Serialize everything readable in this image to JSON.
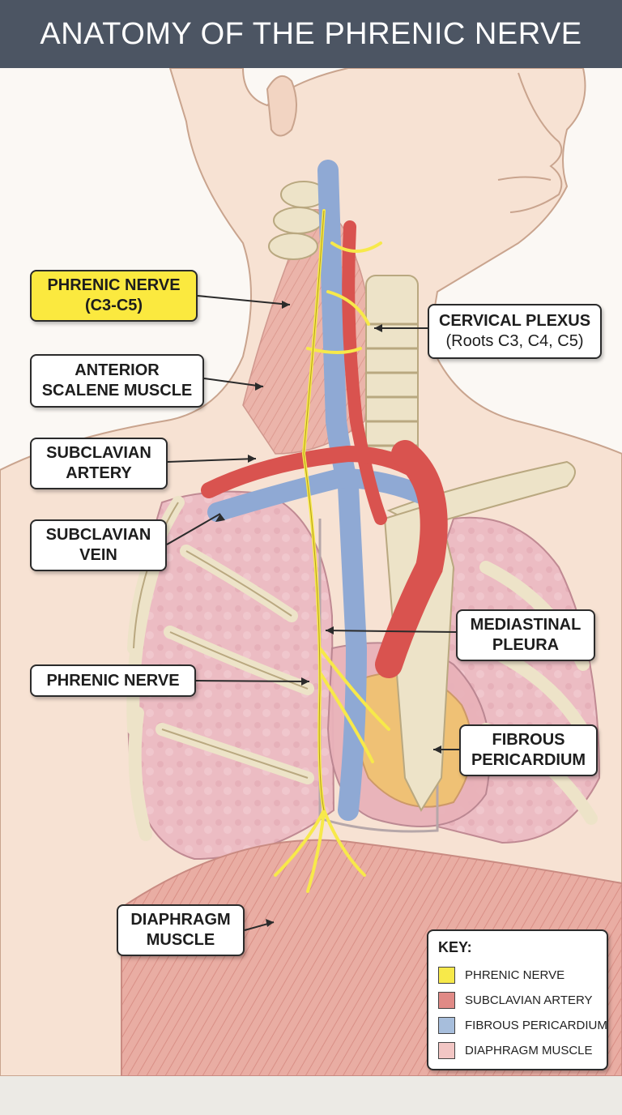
{
  "title": "ANATOMY OF THE PHRENIC NERVE",
  "labels": {
    "phrenic_top": {
      "line1": "PHRENIC NERVE",
      "line2": "(C3-C5)"
    },
    "cervical_plexus": {
      "line1": "CERVICAL PLEXUS",
      "line2": "(Roots C3, C4, C5)"
    },
    "anterior_scalene": {
      "line1": "ANTERIOR",
      "line2": "SCALENE MUSCLE"
    },
    "subclavian_artery": {
      "line1": "SUBCLAVIAN",
      "line2": "ARTERY"
    },
    "subclavian_vein": {
      "line1": "SUBCLAVIAN",
      "line2": "VEIN"
    },
    "mediastinal_pleura": {
      "line1": "MEDIASTINAL",
      "line2": "PLEURA"
    },
    "phrenic_mid": {
      "line1": "PHRENIC NERVE"
    },
    "fibrous_pericardium": {
      "line1": "FIBROUS",
      "line2": "PERICARDIUM"
    },
    "diaphragm": {
      "line1": "DIAPHRAGM",
      "line2": "MUSCLE"
    }
  },
  "key": {
    "title": "KEY:",
    "items": [
      {
        "label": "PHRENIC NERVE",
        "color": "#f7e94a"
      },
      {
        "label": "SUBCLAVIAN ARTERY",
        "color": "#e08a86"
      },
      {
        "label": "FIBROUS PERICARDIUM",
        "color": "#a7bedc"
      },
      {
        "label": "DIAPHRAGM MUSCLE",
        "color": "#f2c6c4"
      }
    ]
  },
  "colors": {
    "title_bar": "#4c5563",
    "nerve": "#f7e94a",
    "artery": "#d9534f",
    "vein": "#8fa9d4",
    "bone": "#ede3c8",
    "skin": "#f7e2d3",
    "lung": "#eab9c0",
    "muscle": "#e7a79e"
  }
}
